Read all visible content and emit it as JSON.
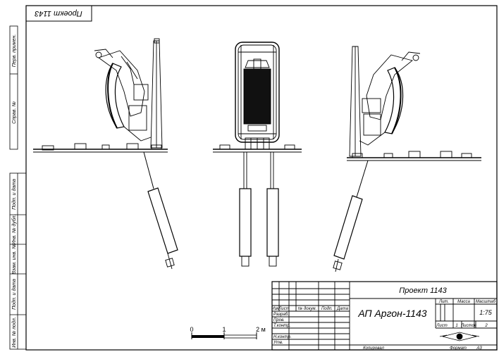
{
  "stamp": {
    "project_rotated": "Проект 1143"
  },
  "title_block": {
    "project": "Проект 1143",
    "name": "АП Аргон-1143",
    "col_headers": {
      "lit": "Лит.",
      "mass": "Масса",
      "scale": "Масштаб"
    },
    "scale_value": "1:75",
    "row_headers": {
      "izm": "Изм",
      "list": "Лист",
      "doc": "№ докум.",
      "sign": "Подп.",
      "date": "Дата"
    },
    "roles": {
      "razrab": "Разраб.",
      "prov": "Пров.",
      "tkontr": "Т.контр.",
      "nkontr": "Н.контр.",
      "utv": "Утв."
    },
    "sheet_label": "Лист",
    "sheet_value": "1",
    "sheets_label": "Листов",
    "sheets_value": "2",
    "copied": "Копировал",
    "format": "Формат",
    "format_value": "А3"
  },
  "left_margin": {
    "labels": [
      "Перв. примен.",
      "Справ. №",
      "Подп. и дата",
      "Инв. № дубл.",
      "Взам. инв. №",
      "Подп. и дата",
      "Инв. № подл."
    ]
  },
  "scale_bar": {
    "labels": [
      "0",
      "1",
      "2 м"
    ]
  }
}
